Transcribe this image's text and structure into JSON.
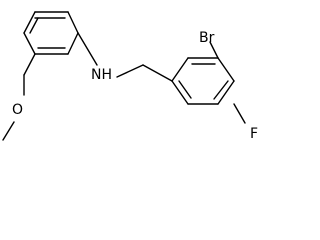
{
  "molecule": {
    "atoms": {
      "amine": "NH",
      "bromine": "Br",
      "fluorine": "F",
      "oxygen": "O"
    }
  },
  "colors": {
    "background": "#ffffff",
    "stroke": "#000000"
  }
}
